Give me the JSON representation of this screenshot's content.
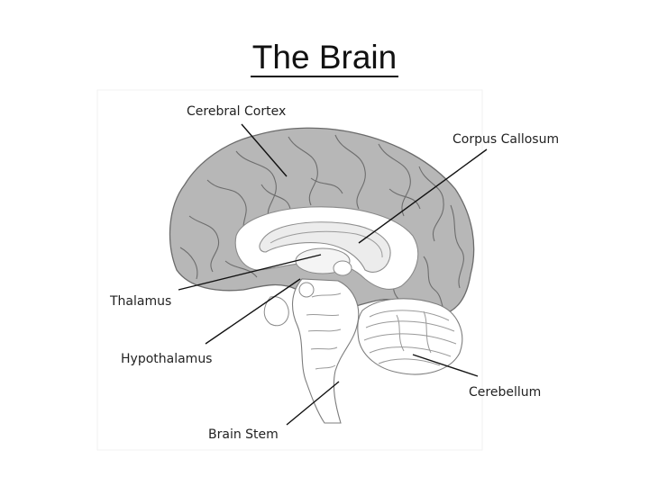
{
  "title": "The Brain",
  "labels": {
    "cerebral_cortex": "Cerebral Cortex",
    "corpus_callosum": "Corpus Callosum",
    "thalamus": "Thalamus",
    "hypothalamus": "Hypothalamus",
    "cerebellum": "Cerebellum",
    "brain_stem": "Brain Stem"
  },
  "colors": {
    "cortex_fill": "#b7b7b7",
    "outline": "#6b6b6b",
    "leader_line": "#111111",
    "background": "#ffffff"
  }
}
